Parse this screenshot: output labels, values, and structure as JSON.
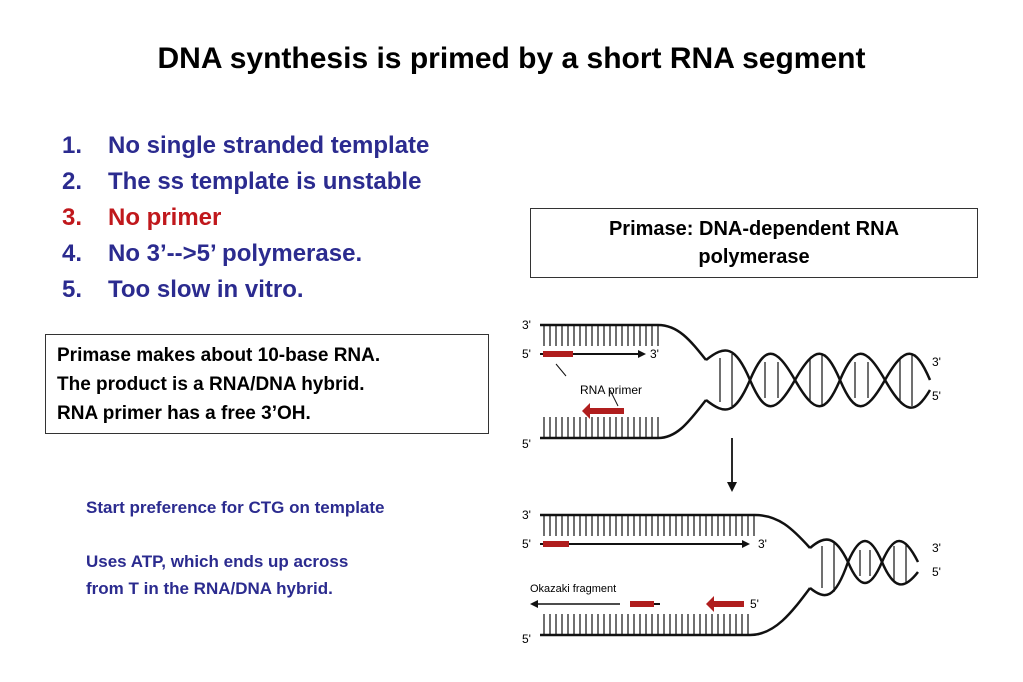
{
  "title": "DNA synthesis is primed by a short RNA segment",
  "problems": [
    {
      "num": "1.",
      "text": "No single stranded template",
      "color": "#2b2b8f"
    },
    {
      "num": "2.",
      "text": "The ss template is unstable",
      "color": "#2b2b8f"
    },
    {
      "num": "3.",
      "text": "No primer",
      "color": "#c0181c"
    },
    {
      "num": "4.",
      "text": "No 3’-->5’ polymerase.",
      "color": "#2b2b8f"
    },
    {
      "num": "5.",
      "text": "Too slow in vitro.",
      "color": "#2b2b8f"
    }
  ],
  "primase_box": {
    "text": "Primase: DNA-dependent RNA polymerase"
  },
  "facts_box": {
    "lines": [
      "Primase makes about 10-base RNA.",
      "The product is a RNA/DNA hybrid.",
      "RNA primer has a free 3’OH."
    ]
  },
  "notes": {
    "line1": "Start preference for CTG on template",
    "line2": "Uses ATP, which ends up across",
    "line3": "from T in the RNA/DNA hybrid."
  },
  "diagram": {
    "top": {
      "label_3_upper_left": "3'",
      "label_5_left_primer": "5'",
      "label_3_arrow": "3'",
      "label_5_lower_left": "5'",
      "label_3_right": "3'",
      "label_5_right": "5'",
      "rna_primer_label": "RNA primer"
    },
    "bottom": {
      "label_3_upper_left": "3'",
      "label_5_left_primer": "5'",
      "label_3_arrow": "3'",
      "label_5_lower_left": "5'",
      "label_3_right": "3'",
      "label_5_right": "5'",
      "label_5_okazaki_arrow": "5'",
      "okazaki_label": "Okazaki fragment"
    },
    "primer_color": "#b01e1e"
  }
}
